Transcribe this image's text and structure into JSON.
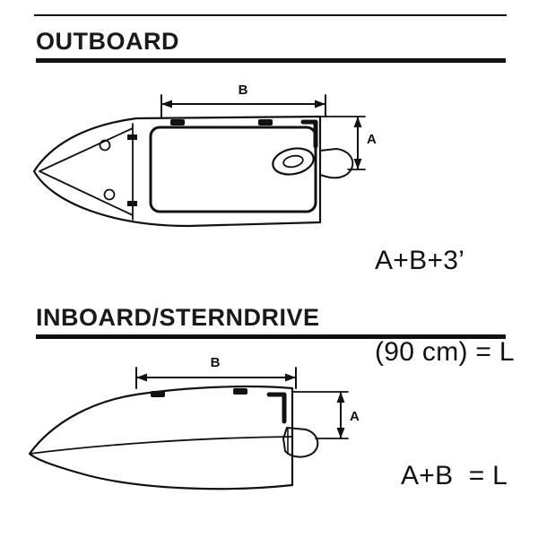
{
  "colors": {
    "ink": "#111111",
    "background": "#ffffff"
  },
  "outboard": {
    "title": "OUTBOARD",
    "dim_b_label": "B",
    "dim_a_label": "A",
    "formula_line1": "A+B+3’",
    "formula_line2": "(90 cm) = L"
  },
  "inboard": {
    "title": "INBOARD/STERNDRIVE",
    "dim_b_label": "B",
    "dim_a_label": "A",
    "formula": "A+B  = L"
  }
}
